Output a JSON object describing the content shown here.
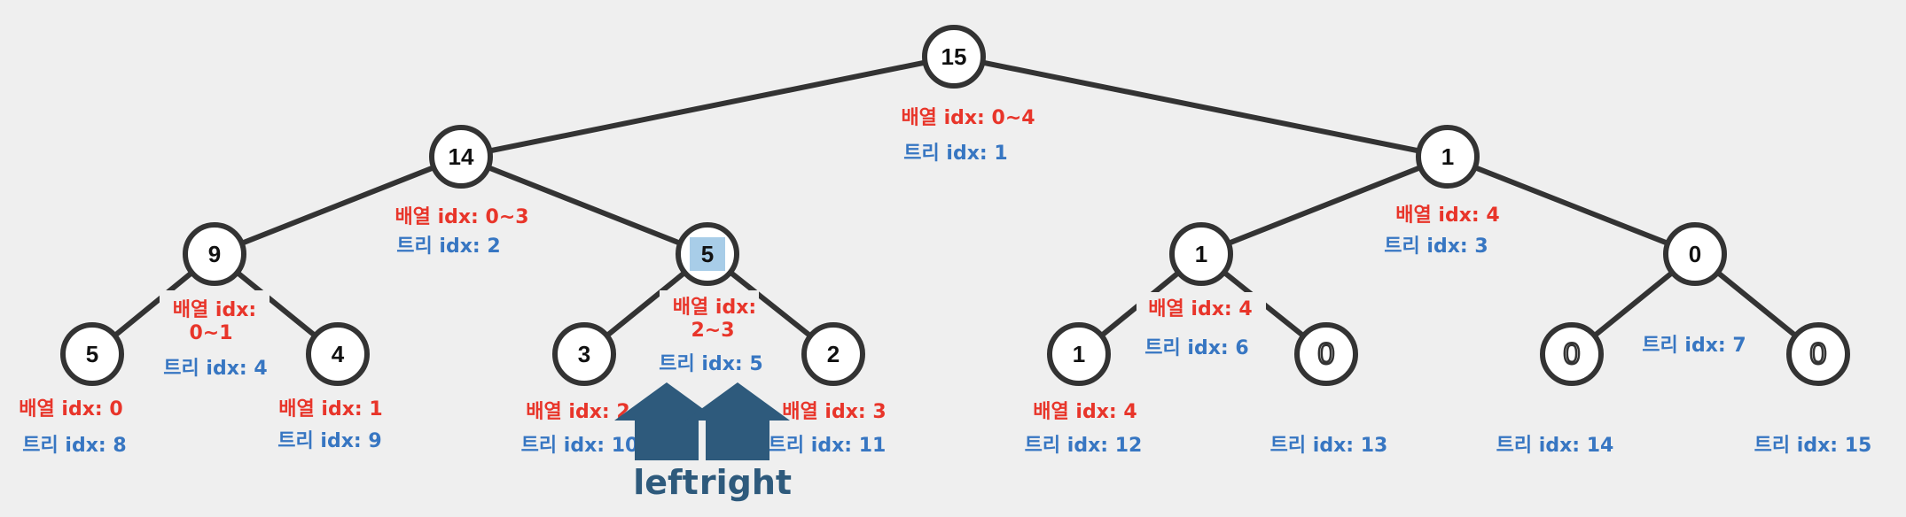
{
  "tree": {
    "nodes": [
      {
        "id": "root",
        "value": "15",
        "array_idx": "배열 idx: 0~4",
        "tree_idx": "트리 idx: 1"
      },
      {
        "id": "n14",
        "value": "14",
        "array_idx": "배열 idx: 0~3",
        "tree_idx": "트리 idx: 2"
      },
      {
        "id": "n1-right",
        "value": "1",
        "array_idx": "배열 idx: 4",
        "tree_idx": "트리 idx: 3"
      },
      {
        "id": "n9",
        "value": "9",
        "array_idx_lines": [
          "배열 idx:",
          "0~1"
        ],
        "tree_idx": "트리 idx: 4"
      },
      {
        "id": "n5-highlight",
        "value": "5",
        "highlighted": true,
        "array_idx_lines": [
          "배열 idx:",
          "2~3"
        ],
        "tree_idx": "트리 idx: 5"
      },
      {
        "id": "n1-mid",
        "value": "1",
        "array_idx": "배열 idx: 4",
        "tree_idx": "트리 idx: 6"
      },
      {
        "id": "n0-right",
        "value": "0",
        "tree_idx": "트리 idx: 7"
      },
      {
        "id": "leaf5",
        "value": "5",
        "array_idx": "배열 idx: 0",
        "tree_idx": "트리 idx: 8"
      },
      {
        "id": "leaf4",
        "value": "4",
        "array_idx": "배열 idx: 1",
        "tree_idx": "트리 idx: 9"
      },
      {
        "id": "leaf3",
        "value": "3",
        "array_idx": "배열 idx: 2",
        "tree_idx": "트리 idx: 10"
      },
      {
        "id": "leaf2",
        "value": "2",
        "array_idx": "배열 idx: 3",
        "tree_idx": "트리 idx: 11"
      },
      {
        "id": "leaf1",
        "value": "1",
        "array_idx": "배열 idx: 4",
        "tree_idx": "트리 idx: 12"
      },
      {
        "id": "leaf0-a",
        "value": "0",
        "outlined": true,
        "tree_idx": "트리 idx: 13"
      },
      {
        "id": "leaf0-b",
        "value": "0",
        "outlined": true,
        "tree_idx": "트리 idx: 14"
      },
      {
        "id": "leaf0-c",
        "value": "0",
        "outlined": true,
        "tree_idx": "트리 idx: 15"
      }
    ],
    "highlight_color": "#a8cde8",
    "edge_color": "#333333",
    "array_label_color": "#e8352a",
    "tree_label_color": "#3776c2"
  },
  "arrows": {
    "left_label": "left",
    "right_label": "right",
    "color": "#2e5a7c"
  }
}
